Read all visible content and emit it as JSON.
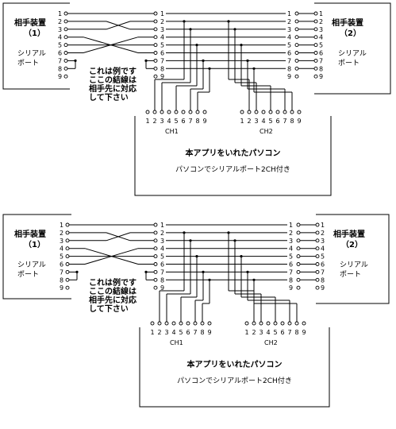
{
  "diagrams": [
    {
      "device1": {
        "title": "相手装置",
        "number": "（1）",
        "port1": "シリアル",
        "port2": "ポート"
      },
      "device2": {
        "title": "相手装置",
        "number": "（2）",
        "port1": "シリアル",
        "port2": "ポート"
      },
      "note": [
        "これは例です",
        "ここの結線は",
        "相手先に対応",
        "して下さい"
      ],
      "pc": {
        "title": "本アプリをいれたパソコン",
        "subtitle": "パソコンでシリアルポート2CH付き"
      },
      "ch1": "CH1",
      "ch2": "CH2"
    },
    {
      "device1": {
        "title": "相手装置",
        "number": "（1）",
        "port1": "シリアル",
        "port2": "ポート"
      },
      "device2": {
        "title": "相手装置",
        "number": "（2）",
        "port1": "シリアル",
        "port2": "ポート"
      },
      "note": [
        "これは例です",
        "ここの結線は",
        "相手先に対応",
        "して下さい"
      ],
      "pc": {
        "title": "本アプリをいれたパソコン",
        "subtitle": "パソコンでシリアルポート2CH付き"
      },
      "ch1": "CH1",
      "ch2": "CH2"
    }
  ],
  "pins": [
    "1",
    "2",
    "3",
    "4",
    "5",
    "6",
    "7",
    "8",
    "9"
  ]
}
